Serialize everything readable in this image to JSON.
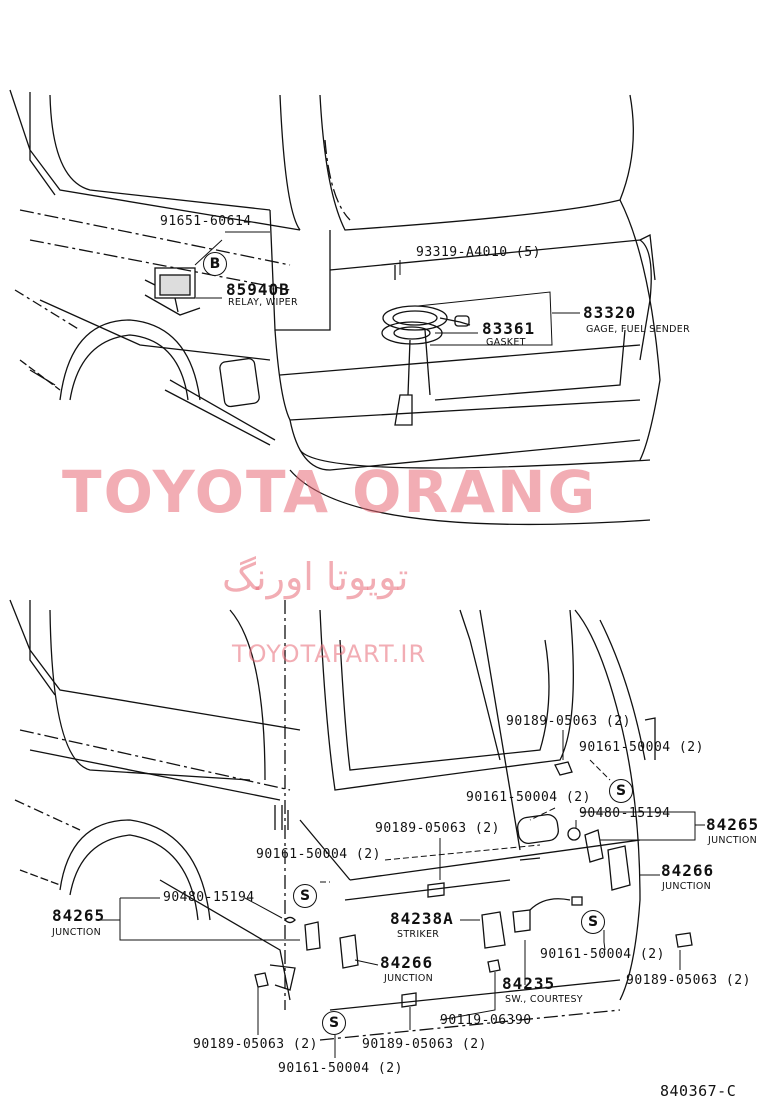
{
  "top": {
    "p91651": "91651-60614",
    "p85940b": "85940B",
    "p85940b_name": "RELAY, WIPER",
    "circle_b": "B",
    "p93319": "93319-A4010 (5)",
    "p83320": "83320",
    "p83320_name": "GAGE, FUEL SENDER",
    "p83361": "83361",
    "p83361_name": "GASKET"
  },
  "bottom": {
    "p90189_a": "90189-05063 (2)",
    "p90161_a": "90161-50004 (2)",
    "p90161_b": "90161-50004 (2)",
    "p90480_r": "90480-15194",
    "p84265_r": "84265",
    "p84265_r_name": "JUNCTION",
    "p90189_b": "90189-05063 (2)",
    "p90161_c": "90161-50004 (2)",
    "p84266_r": "84266",
    "p84266_r_name": "JUNCTION",
    "p90480_l": "90480-15194",
    "p84265_l": "84265",
    "p84265_l_name": "JUNCTION",
    "p84238a": "84238A",
    "p84238a_name": "STRIKER",
    "p84266_l": "84266",
    "p84266_l_name": "JUNCTION",
    "p90161_d": "90161-50004 (2)",
    "p90189_c": "90189-05063 (2)",
    "p84235": "84235",
    "p84235_name": "SW., COURTESY",
    "p90119": "90119-06390",
    "p90189_d": "90189-05063 (2)",
    "p90189_e": "90189-05063 (2)",
    "p90161_e": "90161-50004 (2)",
    "circle_s": "S"
  },
  "watermark": {
    "latin": "TOYOTA ORANG",
    "farsi": "تویوتا اورنگ",
    "site": "TOYOTAPART.IR"
  },
  "figure_code": "840367-C"
}
